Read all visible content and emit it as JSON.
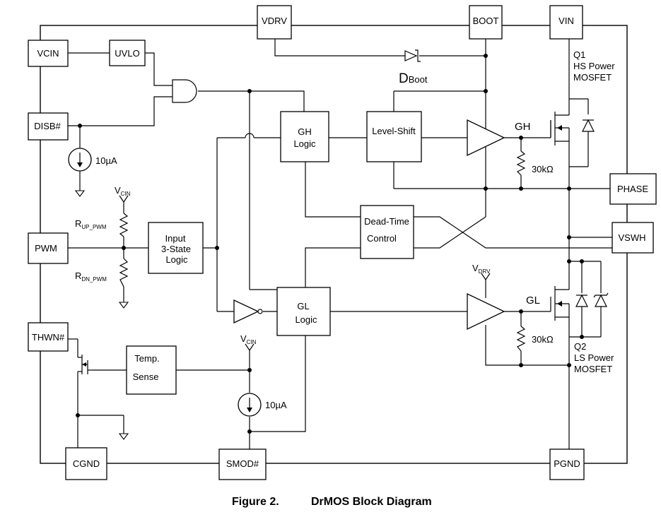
{
  "pins": {
    "vdrv": "VDRV",
    "boot": "BOOT",
    "vin": "VIN",
    "vcin": "VCIN",
    "disb": "DISB#",
    "pwm": "PWM",
    "thwn": "THWN#",
    "cgnd": "CGND",
    "smod": "SMOD#",
    "pgnd": "PGND",
    "phase": "PHASE",
    "vswh": "VSWH"
  },
  "blocks": {
    "uvlo": "UVLO",
    "gh_logic": [
      "GH",
      "Logic"
    ],
    "gl_logic": [
      "GL",
      "Logic"
    ],
    "level_shift": "Level-Shift",
    "dead_time": [
      "Dead-Time",
      "Control"
    ],
    "input_3state": [
      "Input",
      "3-State",
      "Logic"
    ],
    "temp_sense": [
      "Temp.",
      "Sense"
    ]
  },
  "labels": {
    "gh": "GH",
    "gl": "GL",
    "q1": [
      "Q1",
      "HS Power",
      "MOSFET"
    ],
    "q2": [
      "Q2",
      "LS Power",
      "MOSFET"
    ],
    "dboot_main": "D",
    "dboot_sub": "Boot",
    "current_disb": "10µA",
    "current_smod": "10µA",
    "r_high": "30kΩ",
    "r_low": "30kΩ",
    "vcin_main": "V",
    "vcin_sub": "CIN",
    "vdrv_main": "V",
    "vdrv_sub": "DRV",
    "rup_main": "R",
    "rup_sub": "UP_PWM",
    "rdn_main": "R",
    "rdn_sub": "DN_PWM"
  },
  "caption": {
    "figure": "Figure 2.",
    "title": "DrMOS Block Diagram"
  }
}
